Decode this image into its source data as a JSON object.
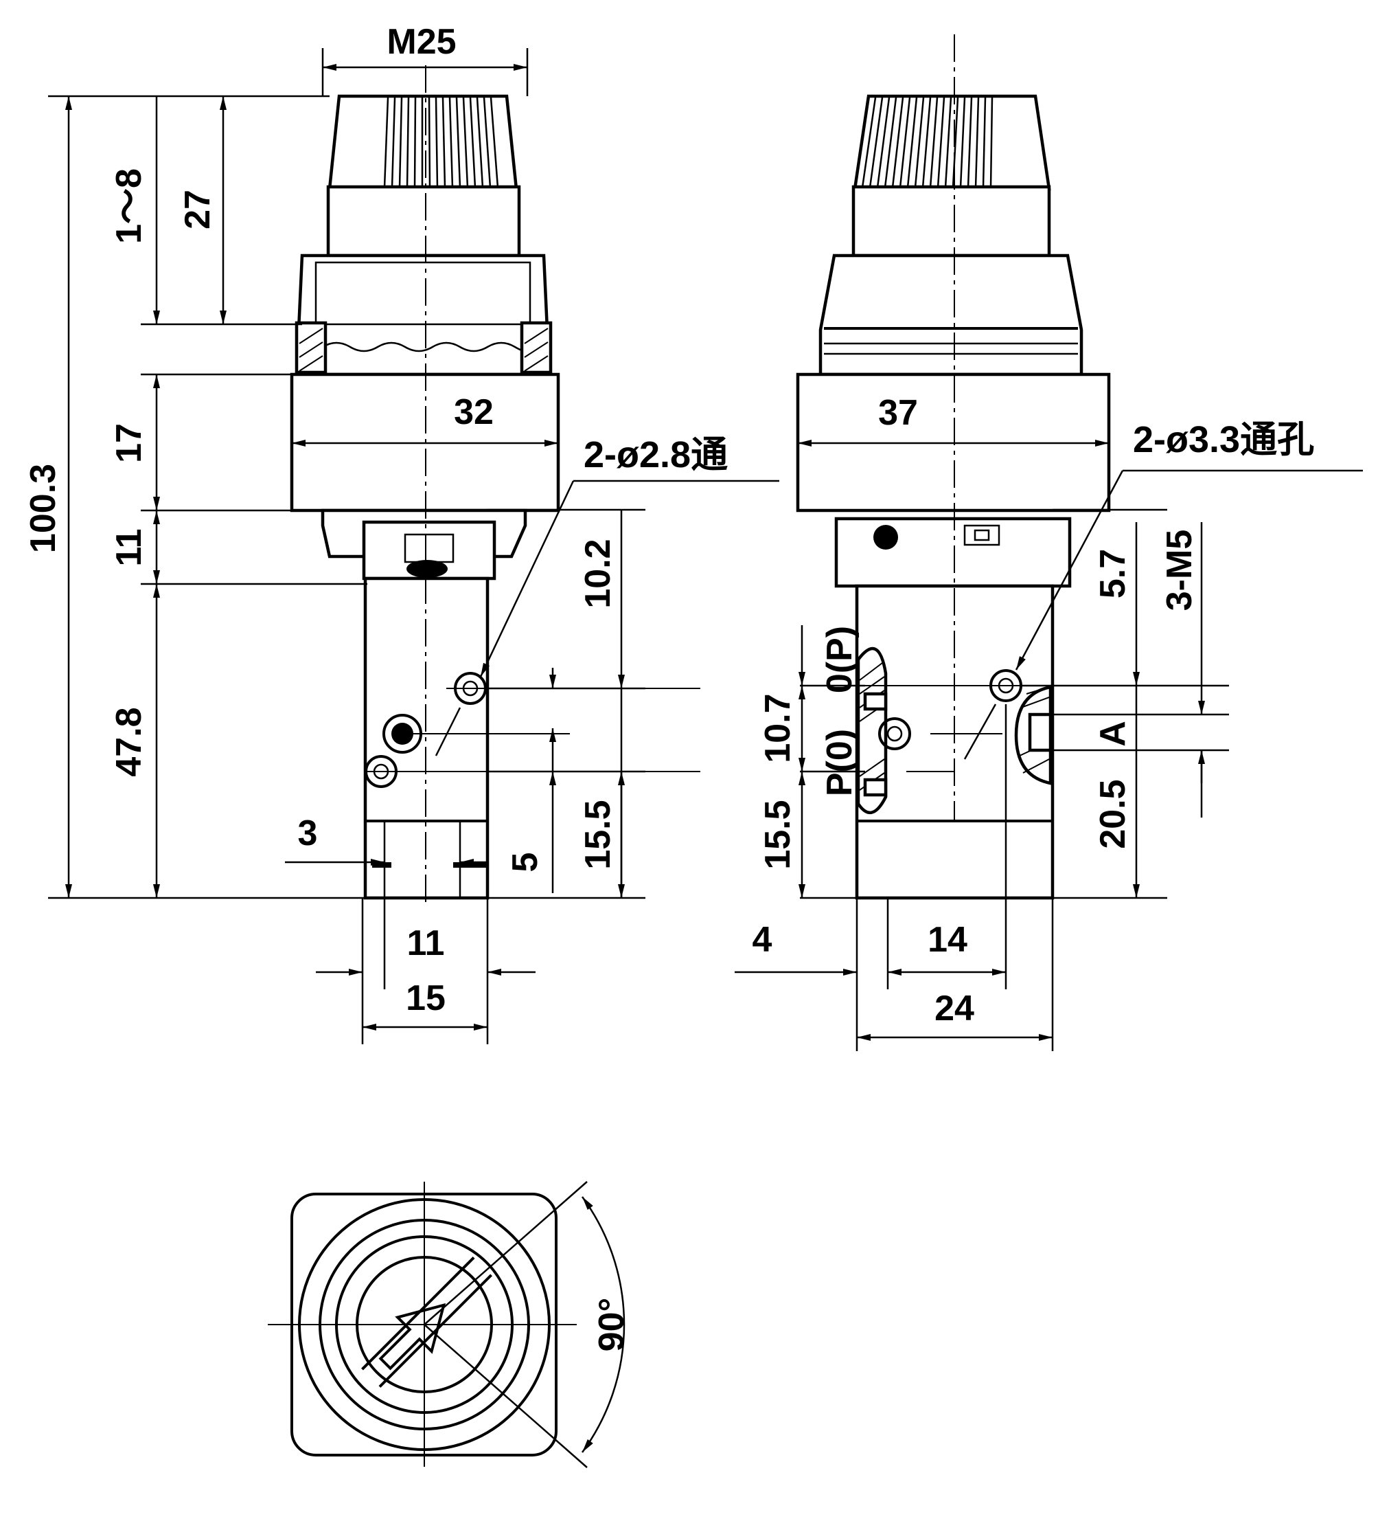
{
  "front_view": {
    "dim_thread": "M25",
    "dim_overall_height": "100.3",
    "dim_range": "1～8",
    "dim_knob": "27",
    "dim_collar": "17",
    "dim_neck": "11",
    "dim_valve": "47.8",
    "dim_width_body": "32",
    "dim_hole_note": "2-ø2.8通",
    "dim_port_top": "10.2",
    "dim_port_pitch": "15.5",
    "dim_offset_3": "3",
    "dim_offset_5": "5",
    "dim_width_11": "11",
    "dim_width_15": "15"
  },
  "side_view": {
    "dim_width_body": "37",
    "dim_hole_note": "2-ø3.3通孔",
    "dim_top": "5.7",
    "dim_thread_ports": "3-M5",
    "port_a": "A",
    "port_p_top": "0(P)",
    "port_p_bottom": "P(0)",
    "dim_107": "10.7",
    "dim_155": "15.5",
    "dim_205": "20.5",
    "dim_4": "4",
    "dim_14": "14",
    "dim_24": "24"
  },
  "top_view": {
    "angle_label": "90°"
  }
}
